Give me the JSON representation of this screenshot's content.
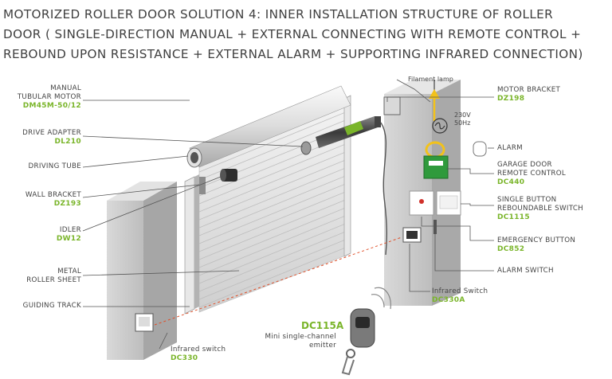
{
  "title": {
    "line1": "MOTORIZED ROLLER DOOR SOLUTION 4: INNER  INSTALLATION STRUCTURE OF ROLLER",
    "line2": "DOOR ( SINGLE-DIRECTION MANUAL + EXTERNAL CONNECTING WITH REMOTE CONTROL +",
    "line3": "REBOUND UPON RESISTANCE + EXTERNAL ALARM + SUPPORTING INFRARED CONNECTION)"
  },
  "left_labels": [
    {
      "name": "MANUAL",
      "name2": "TUBULAR MOTOR",
      "code": "DM45M-50/12"
    },
    {
      "name": "DRIVE ADAPTER",
      "code": "DL210"
    },
    {
      "name": "DRIVING TUBE",
      "code": ""
    },
    {
      "name": "WALL BRACKET",
      "code": "DZ193"
    },
    {
      "name": "IDLER",
      "code": "DW12"
    },
    {
      "name": "METAL",
      "name2": "ROLLER SHEET",
      "code": ""
    },
    {
      "name": "GUIDING TRACK",
      "code": ""
    }
  ],
  "right_labels": [
    {
      "name": "MOTOR BRACKET",
      "code": "DZ198"
    },
    {
      "name": "ALARM",
      "code": ""
    },
    {
      "name": "GARAGE DOOR",
      "name2": "REMOTE CONTROL",
      "code": "DC440"
    },
    {
      "name": "SINGLE BUTTON",
      "name2": "REBOUNDABLE SWITCH",
      "code": "DC1115"
    },
    {
      "name": "EMERGENCY BUTTON",
      "code": "DC852"
    },
    {
      "name": "ALARM SWITCH",
      "code": ""
    }
  ],
  "filament_lamp": "Filament lamp",
  "power": {
    "voltage": "230V",
    "freq": "50Hz"
  },
  "infrared_switch_right": {
    "name": "Infrared Switch",
    "code": "DC330A"
  },
  "infrared_switch_left": {
    "name": "Infrared switch",
    "code": "DC330"
  },
  "remote": {
    "code": "DC115A",
    "name": "Mini single-channel",
    "name2": "emitter"
  },
  "colors": {
    "code_green": "#7ab52a",
    "wall_gray": "#c8c8c8",
    "leader": "#555555",
    "beam_red": "#e0502a"
  }
}
